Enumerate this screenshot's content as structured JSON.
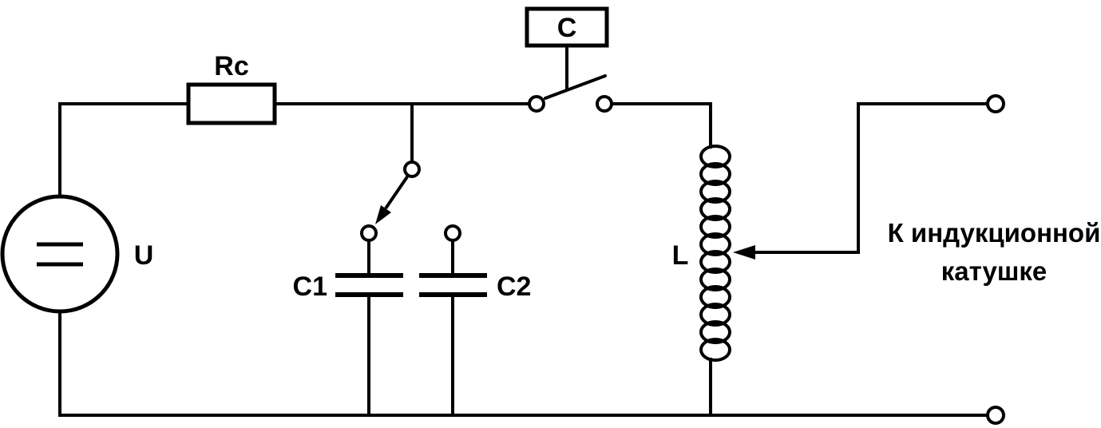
{
  "diagram": {
    "type": "circuit-schematic",
    "description": "Pulse circuit with DC source, charging resistor, selectable capacitors, breaker contact and tapped inductor feeding an induction coil",
    "labels": {
      "resistor": "Rc",
      "breaker_box": "C",
      "source": "U",
      "capacitor1": "C1",
      "capacitor2": "C2",
      "inductor": "L"
    },
    "annotation": {
      "line1": "К индукционной",
      "line2": "катушке"
    },
    "colors": {
      "line": "#000000",
      "background": "#ffffff"
    }
  }
}
